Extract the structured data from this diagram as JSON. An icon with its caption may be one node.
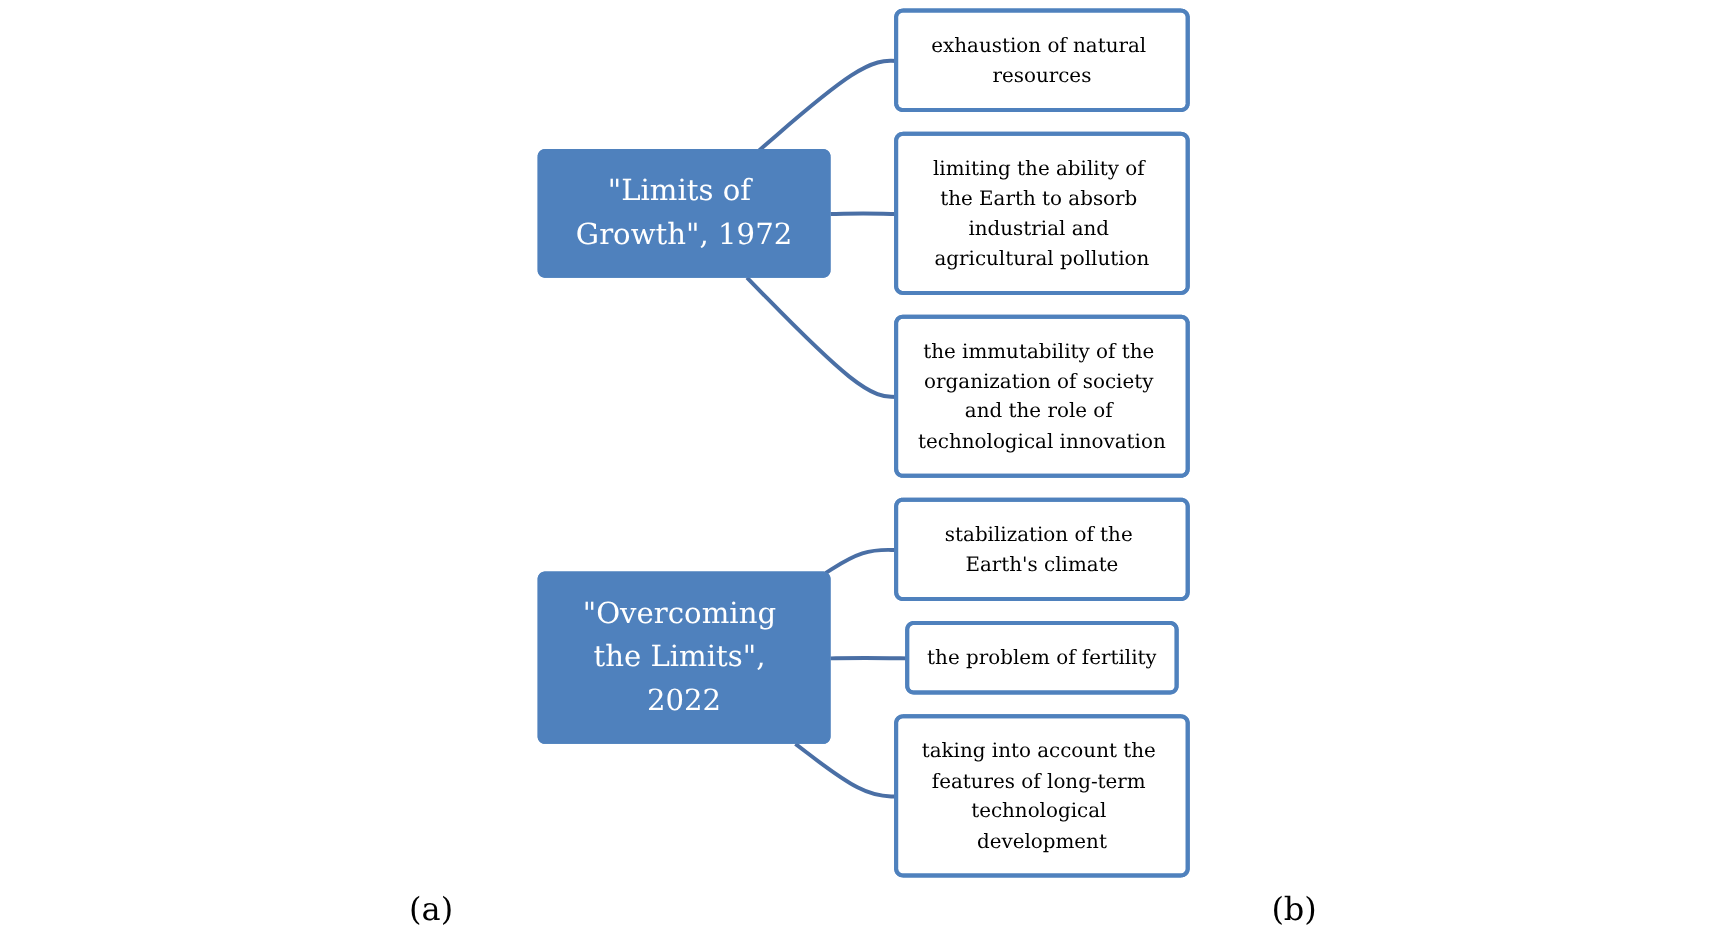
{
  "diagram": {
    "nodes": [
      {
        "text": [
          "\"Limits of Growth\", 1972"
        ]
      },
      {
        "text": [
          "exhaustion of natural resources"
        ]
      },
      {
        "text": [
          "limiting the ability of the Earth to absorb industrial and agricultural pollution"
        ]
      },
      {
        "text": [
          "the immutability of the organization of society and the role of technological innovation"
        ]
      },
      {
        "text": [
          "\"Overcoming the Limits\", 2022"
        ]
      },
      {
        "text": [
          "stabilization of the Earth's climate"
        ]
      },
      {
        "text": [
          "the problem of fertility"
        ]
      },
      {
        "text": [
          "taking into account the features of long-term technological development"
        ]
      }
    ],
    "edges": [
      {
        "from": 0,
        "to": 1,
        "arrow": "none"
      },
      {
        "from": 0,
        "to": 2,
        "arrow": "none"
      },
      {
        "from": 0,
        "to": 3,
        "arrow": "none"
      },
      {
        "from": 4,
        "to": 5,
        "arrow": "none"
      },
      {
        "from": 4,
        "to": 6,
        "arrow": "none"
      },
      {
        "from": 4,
        "to": 7,
        "arrow": "none"
      }
    ],
    "labels": [
      "(a)",
      "(b)"
    ]
  }
}
